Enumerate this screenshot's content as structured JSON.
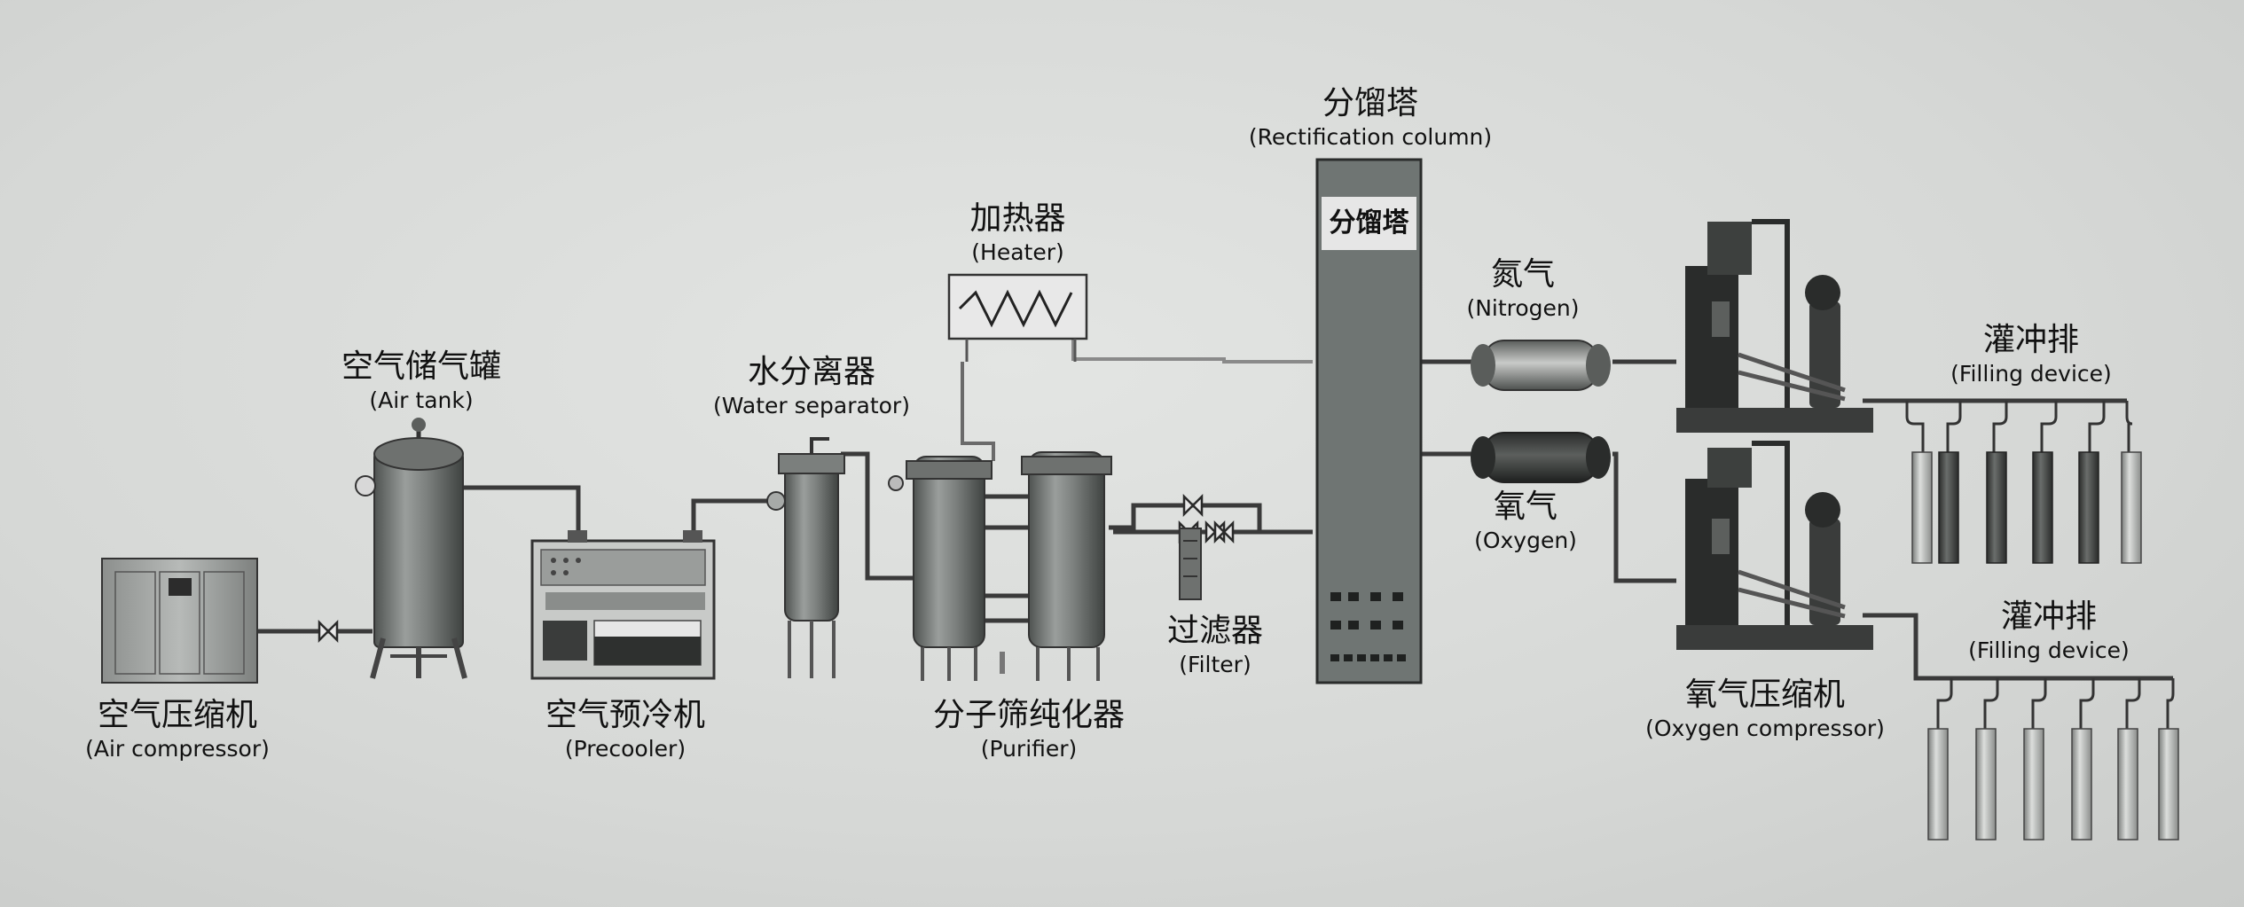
{
  "labels": {
    "air_compressor": {
      "zh": "空气压缩机",
      "en": "(Air compressor)"
    },
    "air_tank": {
      "zh": "空气储气罐",
      "en": "(Air tank)"
    },
    "precooler": {
      "zh": "空气预冷机",
      "en": "(Precooler)"
    },
    "water_separator": {
      "zh": "水分离器",
      "en": "(Water separator)"
    },
    "heater": {
      "zh": "加热器",
      "en": "(Heater)"
    },
    "purifier": {
      "zh": "分子筛纯化器",
      "en": "(Purifier)"
    },
    "filter": {
      "zh": "过滤器",
      "en": "(Filter)"
    },
    "rectification_column": {
      "zh": "分馏塔",
      "en": "(Rectification column)"
    },
    "column_tag": "分馏塔",
    "nitrogen": {
      "zh": "氮气",
      "en": "(Nitrogen)"
    },
    "oxygen": {
      "zh": "氧气",
      "en": "(Oxygen)"
    },
    "oxygen_compressor": {
      "zh": "氧气压缩机",
      "en": "(Oxygen compressor)"
    },
    "filling_top": {
      "zh": "灌冲排",
      "en": "(Filling device)"
    },
    "filling_bottom": {
      "zh": "灌冲排",
      "en": "(Filling device)"
    }
  },
  "colors": {
    "pipe": "#3a3a3a",
    "pipe_light": "#8a8a8a",
    "equipment": "#6e716f",
    "column": "#6f7573",
    "background": "#d8dad8"
  }
}
